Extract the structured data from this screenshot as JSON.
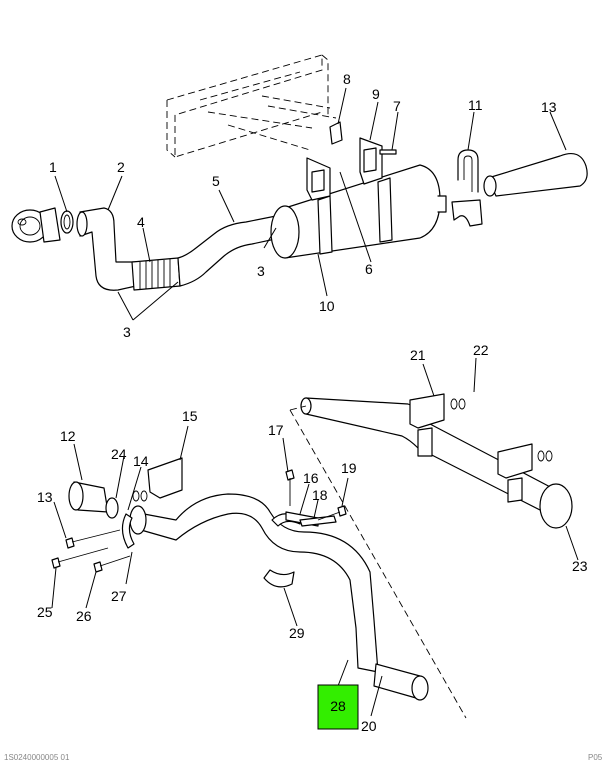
{
  "diagram": {
    "callouts": {
      "c1": "1",
      "c2": "2",
      "c3a": "3",
      "c3b": "3",
      "c4": "4",
      "c5": "5",
      "c6": "6",
      "c7": "7",
      "c8": "8",
      "c9": "9",
      "c10": "10",
      "c11": "11",
      "c12": "12",
      "c13a": "13",
      "c13b": "13",
      "c14": "14",
      "c15": "15",
      "c16": "16",
      "c17": "17",
      "c18": "18",
      "c19": "19",
      "c20": "20",
      "c21": "21",
      "c22": "22",
      "c23": "23",
      "c24": "24",
      "c25": "25",
      "c26": "26",
      "c27": "27",
      "c28": "28",
      "c29": "29"
    },
    "highlighted_label": "28",
    "highlight_color": "#33ee00",
    "footer_left": "1S0240000005 01",
    "footer_right": "P05"
  }
}
